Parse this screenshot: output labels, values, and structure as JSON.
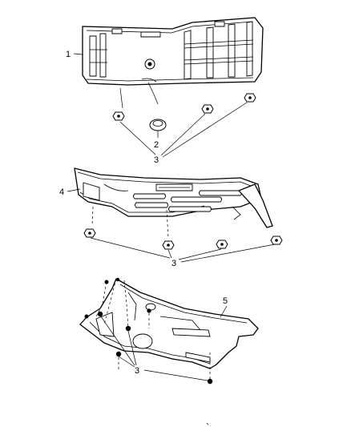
{
  "callouts": {
    "c1": "1",
    "c2": "2",
    "c3_top": "3",
    "c4": "4",
    "c3_mid": "3",
    "c5": "5",
    "c3_bot": "3"
  }
}
